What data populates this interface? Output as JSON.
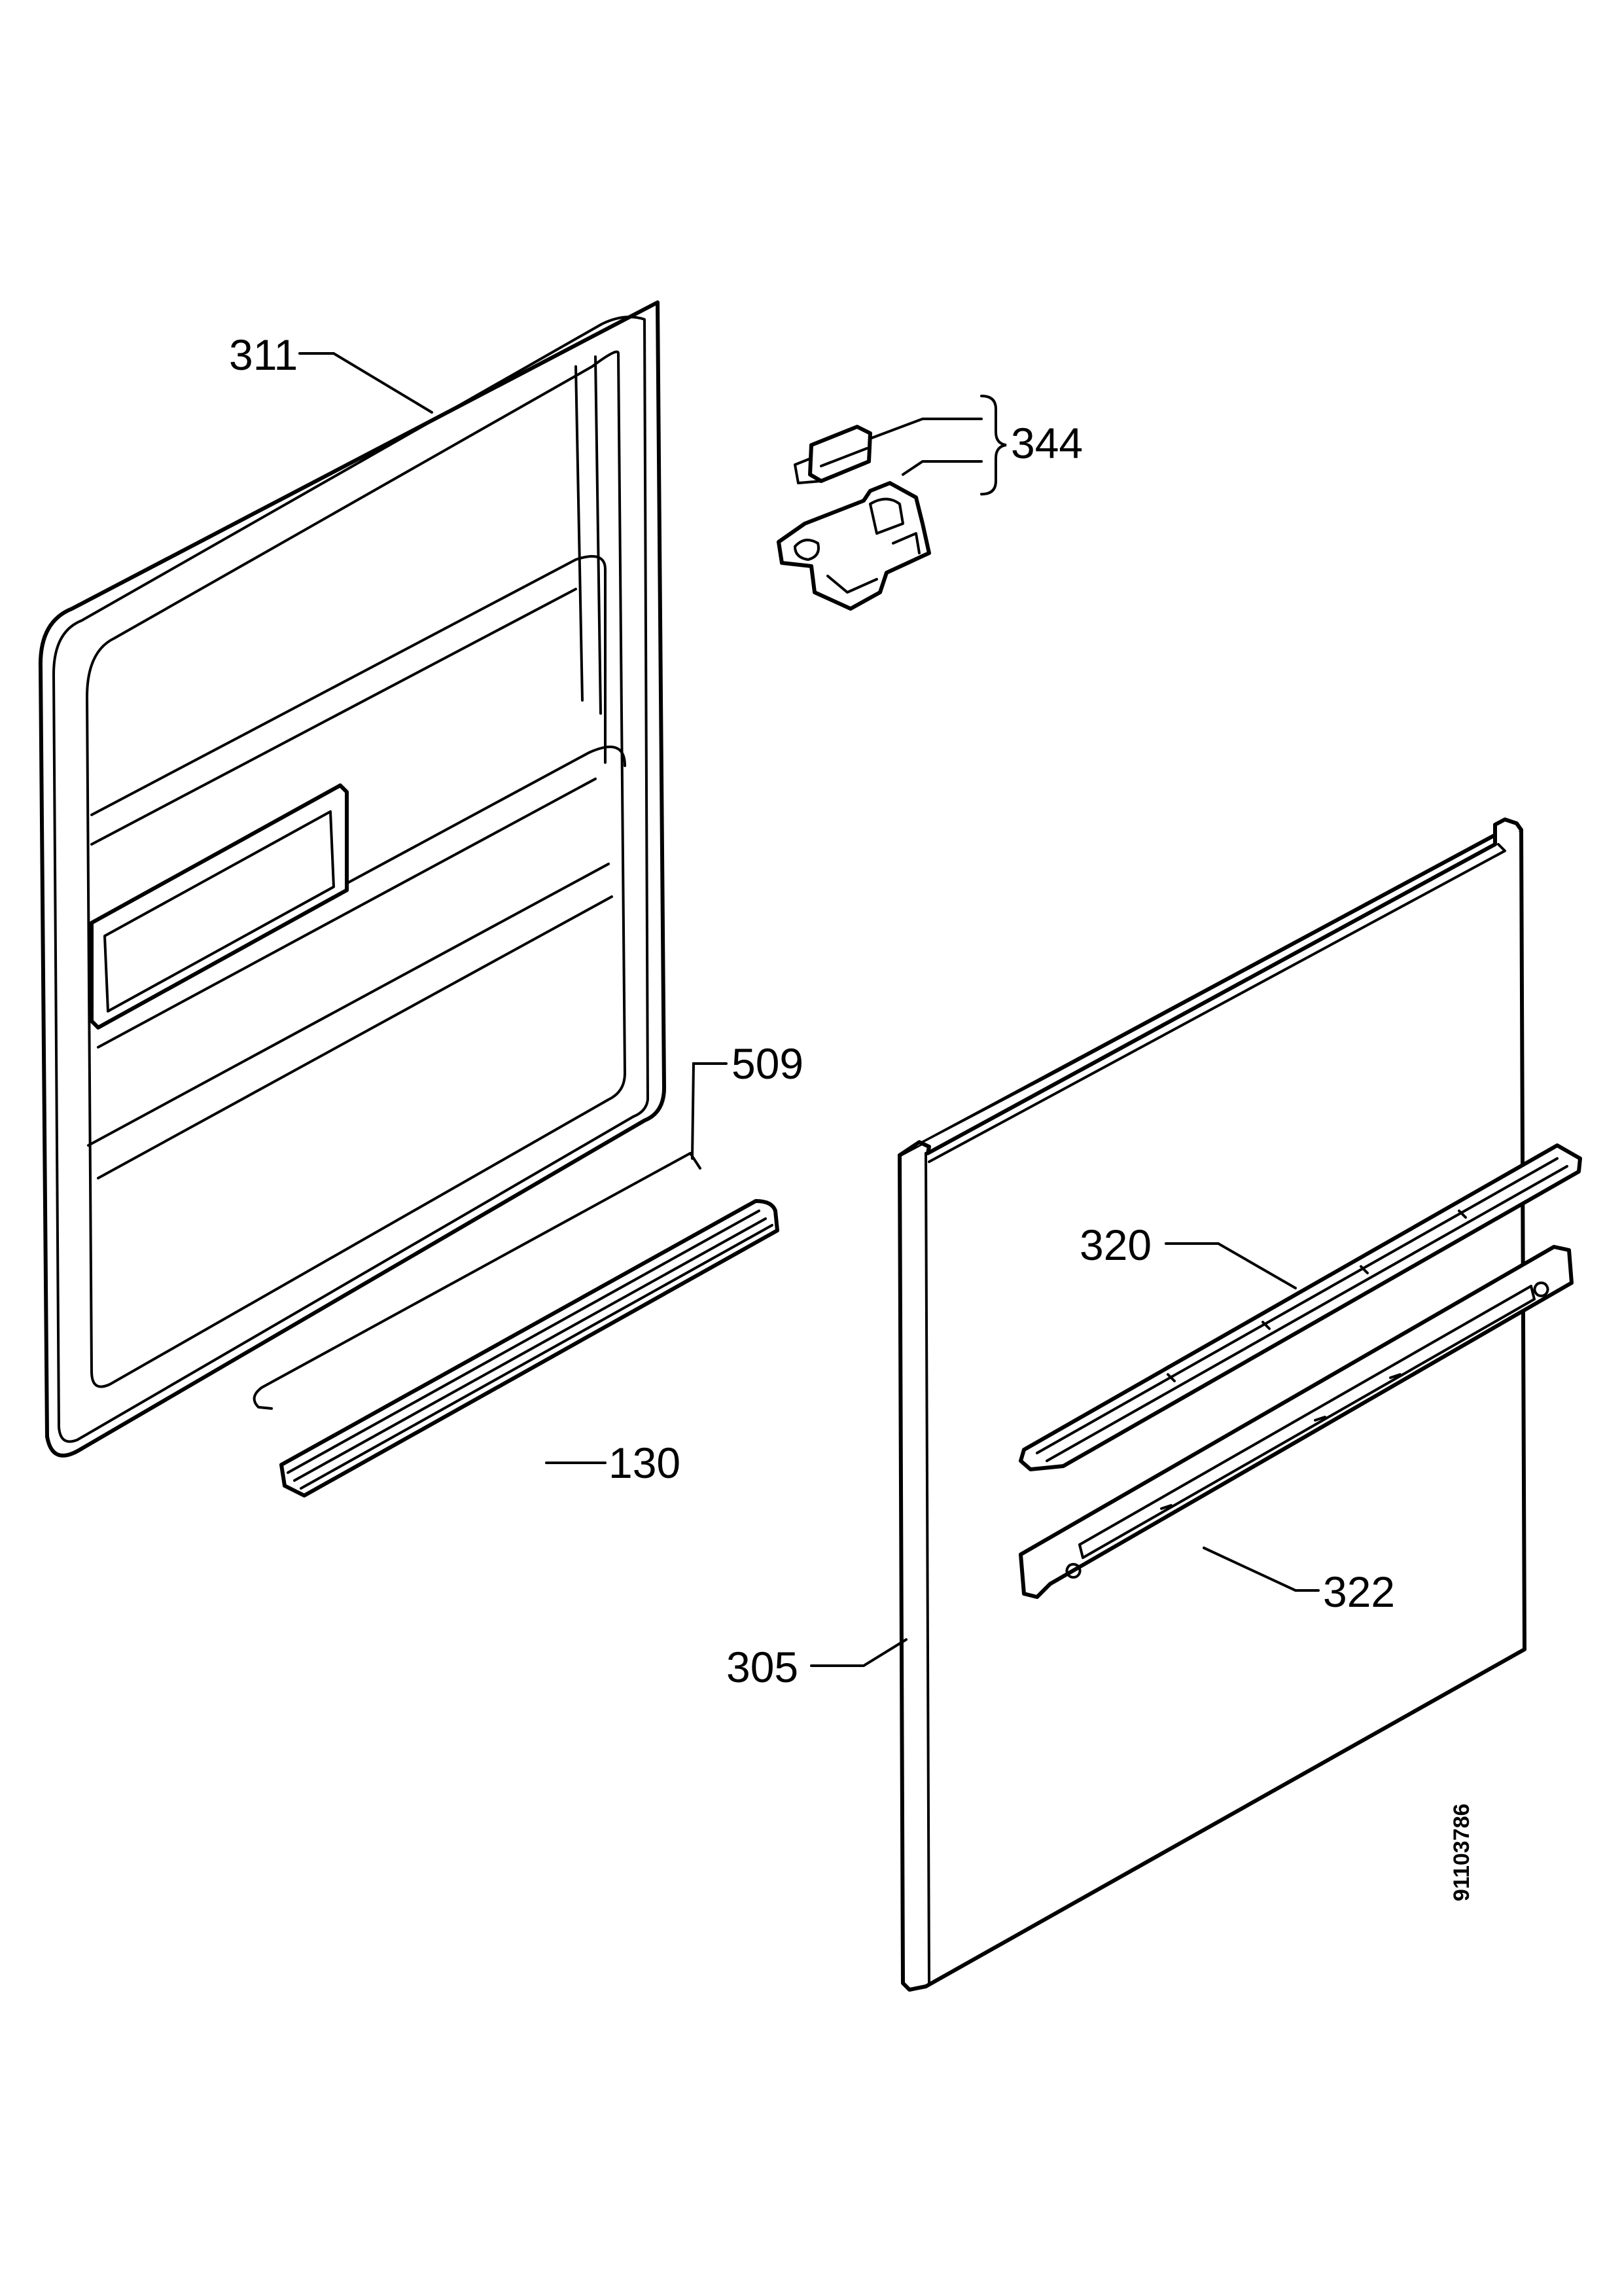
{
  "diagram": {
    "callouts": {
      "c311": "311",
      "c344": "344",
      "c509": "509",
      "c130": "130",
      "c320": "320",
      "c322": "322",
      "c305": "305"
    },
    "drawing_code": "91103786"
  },
  "colors": {
    "ink": "#000000",
    "paper": "#ffffff"
  }
}
